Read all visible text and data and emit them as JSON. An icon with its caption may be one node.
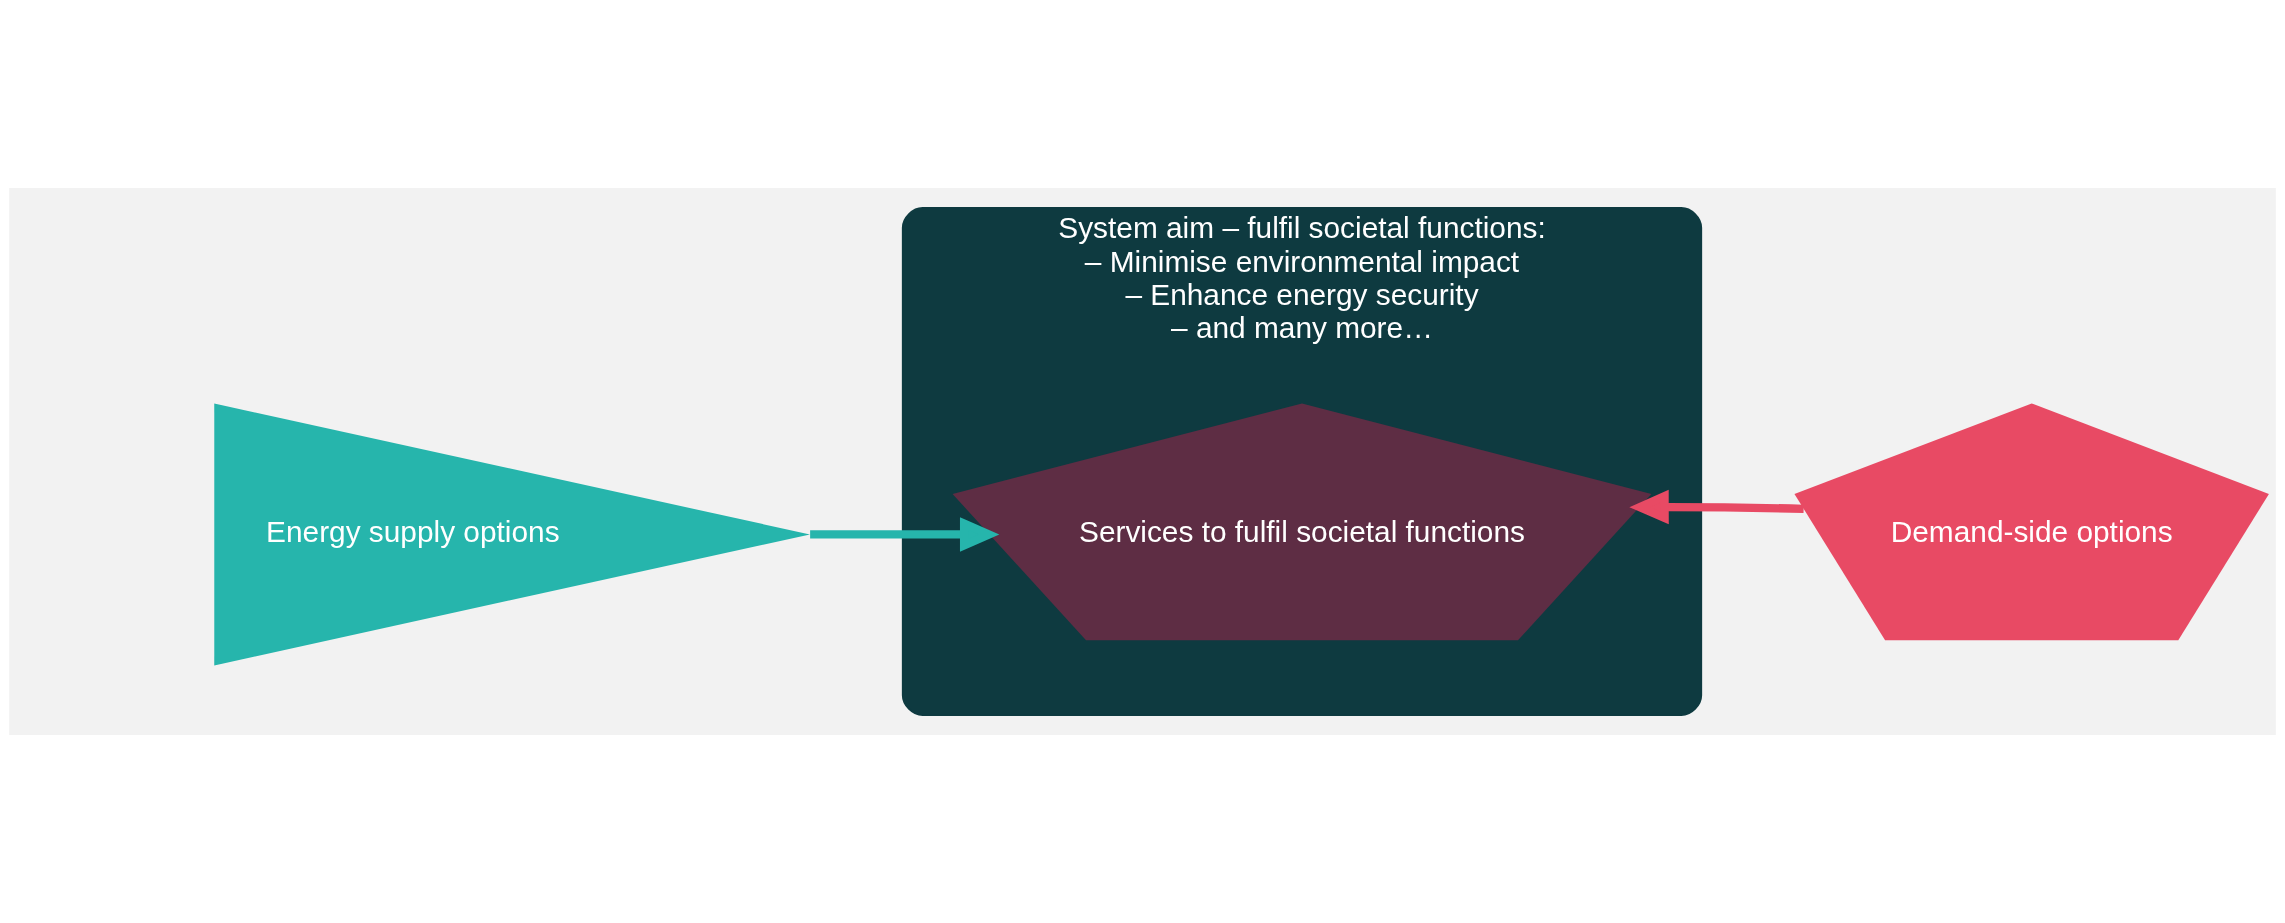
{
  "diagram": {
    "nodes": [
      {
        "text": [
          "Energy supply options"
        ]
      },
      {
        "text": [
          "System aim – fulfil societal functions:",
          "– Minimise environmental impact",
          "– Enhance energy security",
          "– and many more…"
        ]
      },
      {
        "text": [
          "Services to fulfil societal functions"
        ],
        "in": 1
      },
      {
        "text": [
          "Demand-side options"
        ]
      }
    ],
    "edges": [
      {
        "from": 0,
        "to": 2,
        "arrow": "to"
      },
      {
        "from": 3,
        "to": 2,
        "arrow": "to",
        "color": "#e84a64"
      }
    ]
  }
}
